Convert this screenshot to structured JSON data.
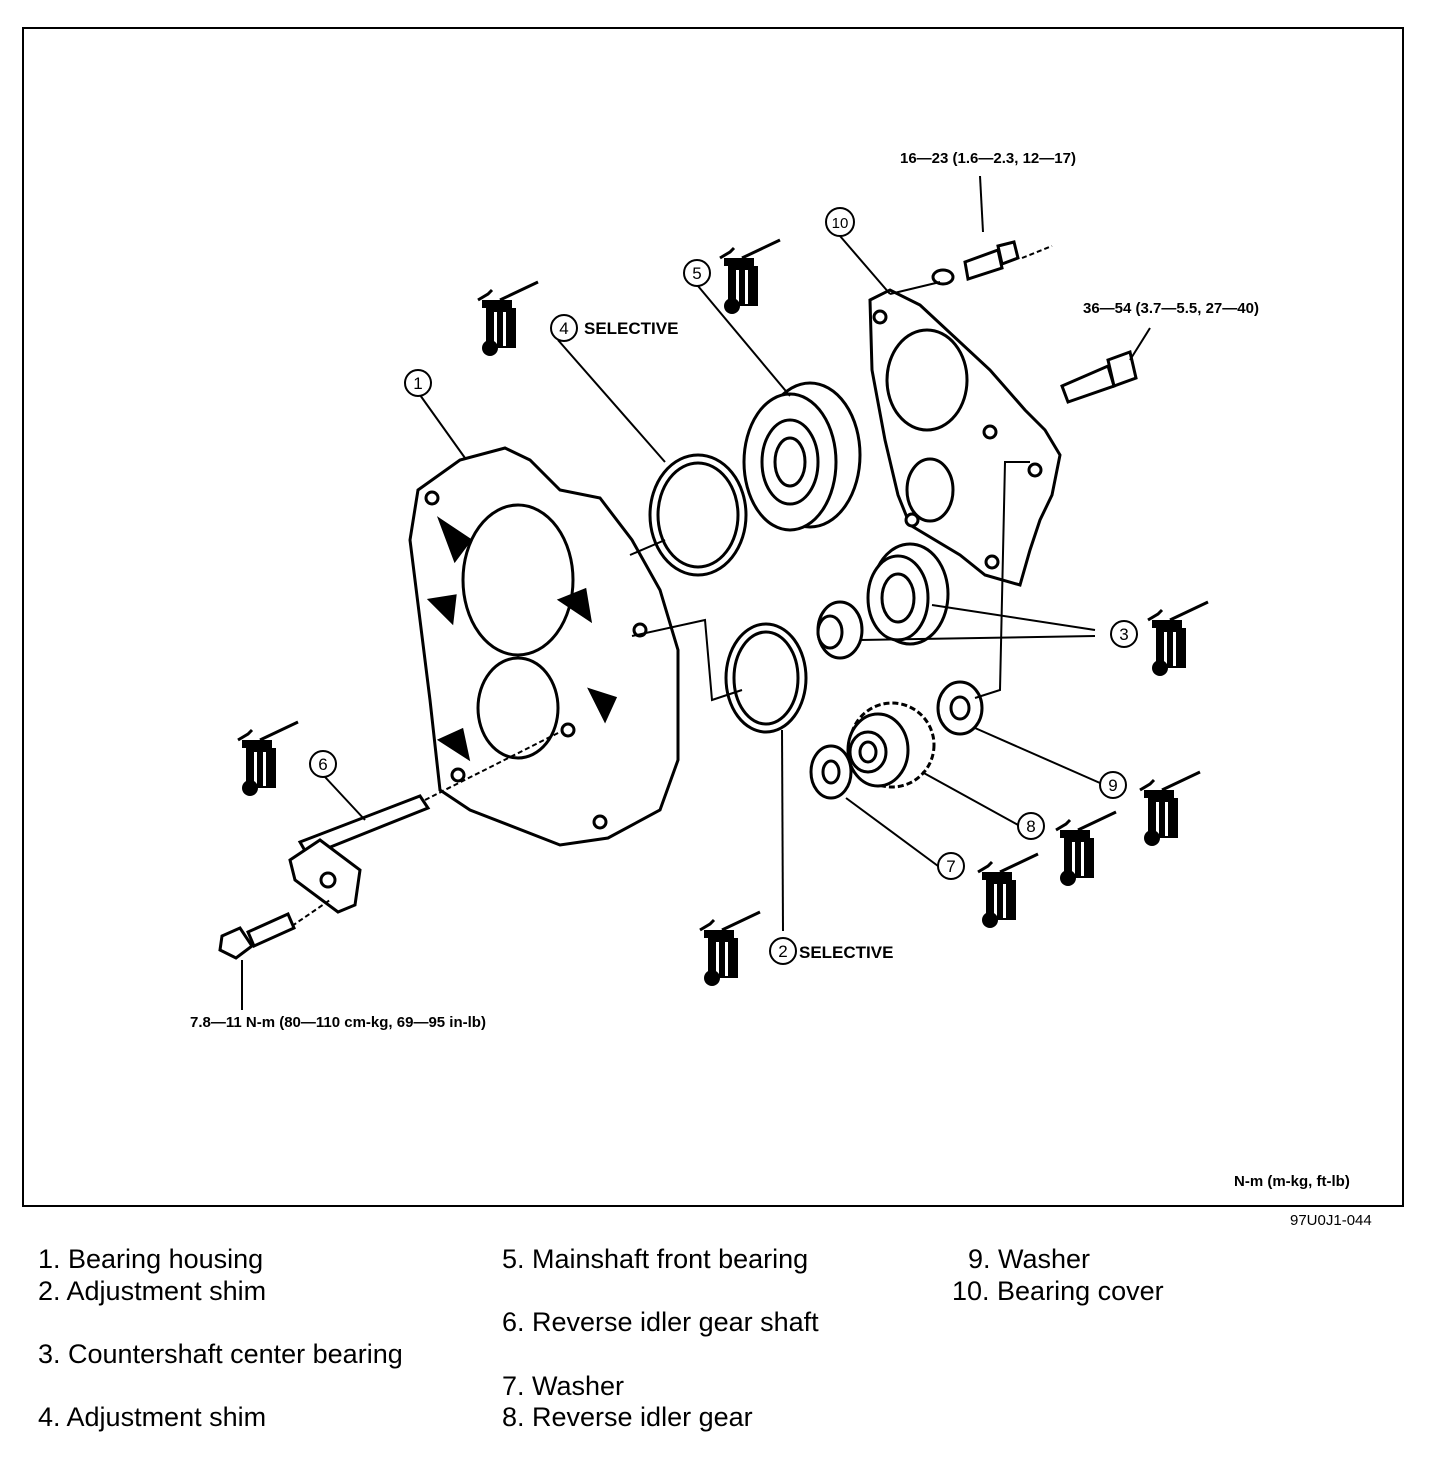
{
  "diagram": {
    "torque_labels": {
      "bearing_cover_small_bolt": "16—23 (1.6—2.3, 12—17)",
      "bearing_cover_large_bolt": "36—54 (3.7—5.5, 27—40)",
      "idler_shaft_bolt": "7.8—11 N-m (80—110 cm-kg, 69—95 in-lb)"
    },
    "units_note": "N-m (m-kg, ft-lb)",
    "selective_label": "SELECTIVE",
    "callouts": [
      "1",
      "2",
      "3",
      "4",
      "5",
      "6",
      "7",
      "8",
      "9",
      "10"
    ],
    "lubricant_icon": "oil-can-icon"
  },
  "figure_id": "97U0J1-044",
  "legend": [
    "1. Bearing housing",
    "2. Adjustment shim",
    "3. Countershaft center bearing",
    "4. Adjustment shim",
    "5. Mainshaft front bearing",
    "6. Reverse idler gear shaft",
    "7. Washer",
    "8. Reverse idler gear",
    "9. Washer",
    "10. Bearing cover"
  ]
}
